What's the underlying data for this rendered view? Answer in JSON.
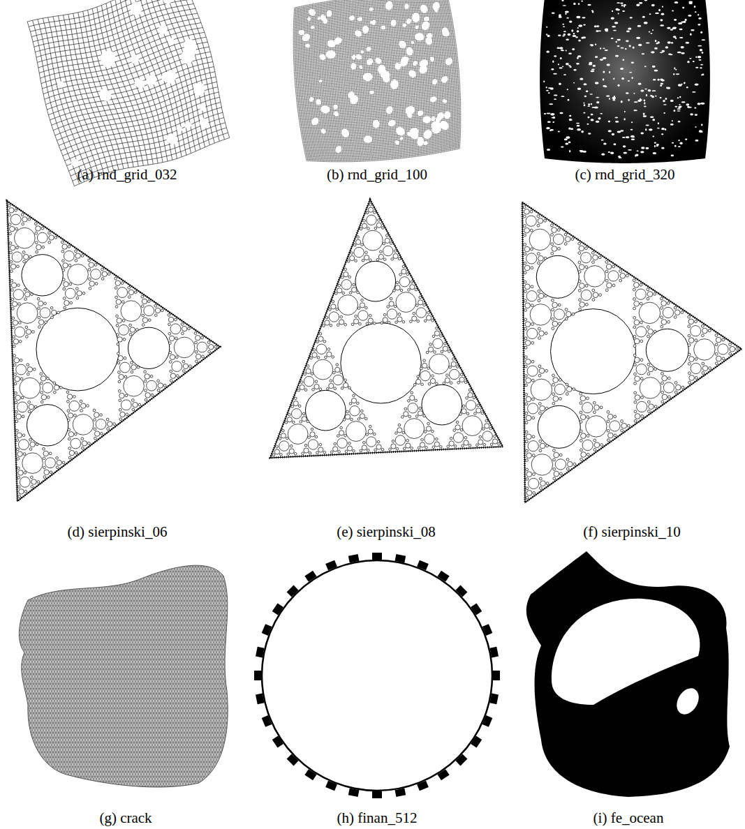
{
  "diagram": {
    "labels": [
      "(a) rnd_grid_032",
      "(b) rnd_grid_100",
      "(c) rnd_grid_320",
      "(d) sierpinski_06",
      "(e) sierpinski_08",
      "(f) sierpinski_10",
      "(g) crack",
      "(h) finan_512",
      "(i) fe_ocean"
    ]
  }
}
